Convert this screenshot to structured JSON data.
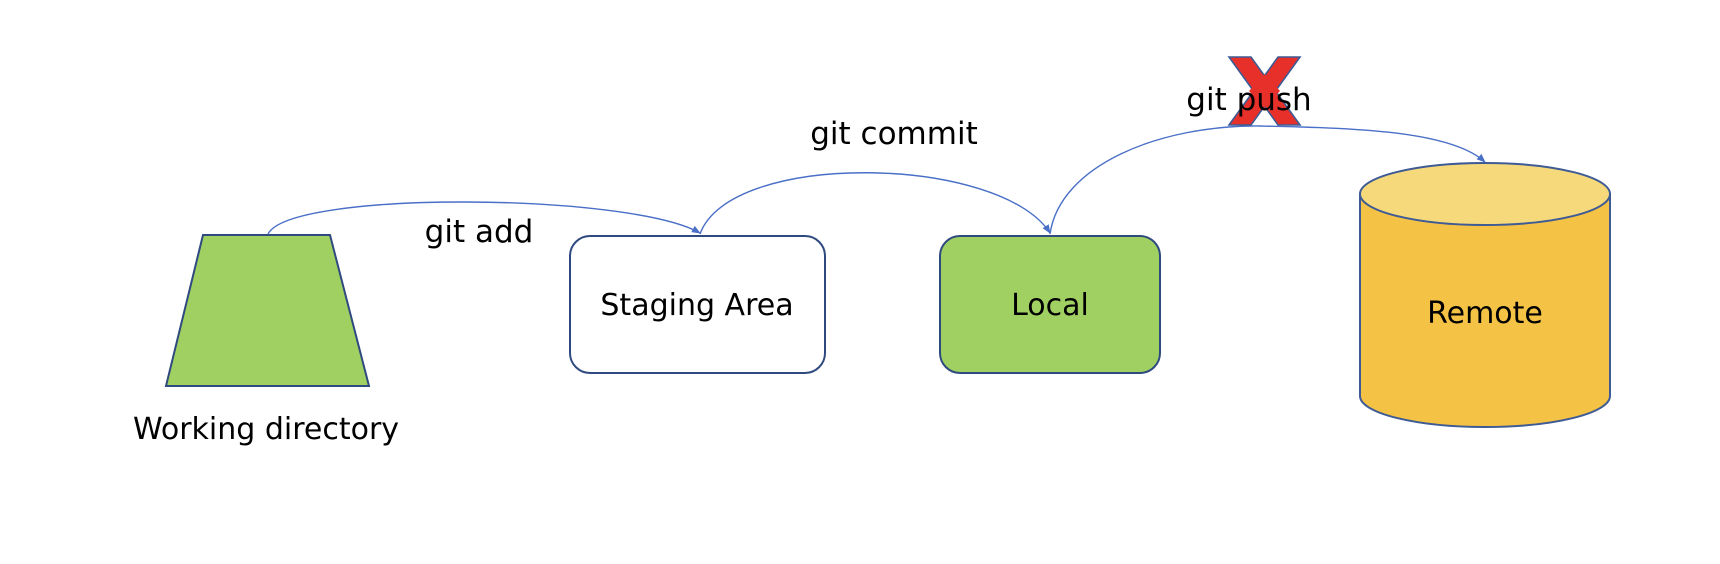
{
  "colors": {
    "connector": "#4a6fc7",
    "outline": "#2f4a7f",
    "working_fill": "#a0d062",
    "local_fill": "#a0d062",
    "staging_fill": "#ffffff",
    "remote_body": "#f4c244",
    "remote_top": "#f6d97a",
    "remote_outline": "#3e5b95",
    "cross_fill": "#e7302a",
    "cross_outline": "#3e5b95"
  },
  "nodes": {
    "working_directory": {
      "label": "Working directory",
      "shape": "trapezoid"
    },
    "staging_area": {
      "label": "Staging Area",
      "shape": "rounded-rectangle"
    },
    "local": {
      "label": "Local",
      "shape": "rounded-rectangle"
    },
    "remote": {
      "label": "Remote",
      "shape": "cylinder"
    }
  },
  "edges": {
    "git_add": {
      "label": "git add",
      "from": "Working directory",
      "to": "Staging Area"
    },
    "git_commit": {
      "label": "git commit",
      "from": "Staging Area",
      "to": "Local"
    },
    "git_push": {
      "label": "git push",
      "from": "Local",
      "to": "Remote",
      "blocked": true,
      "blocked_marker": "cross-icon"
    }
  }
}
